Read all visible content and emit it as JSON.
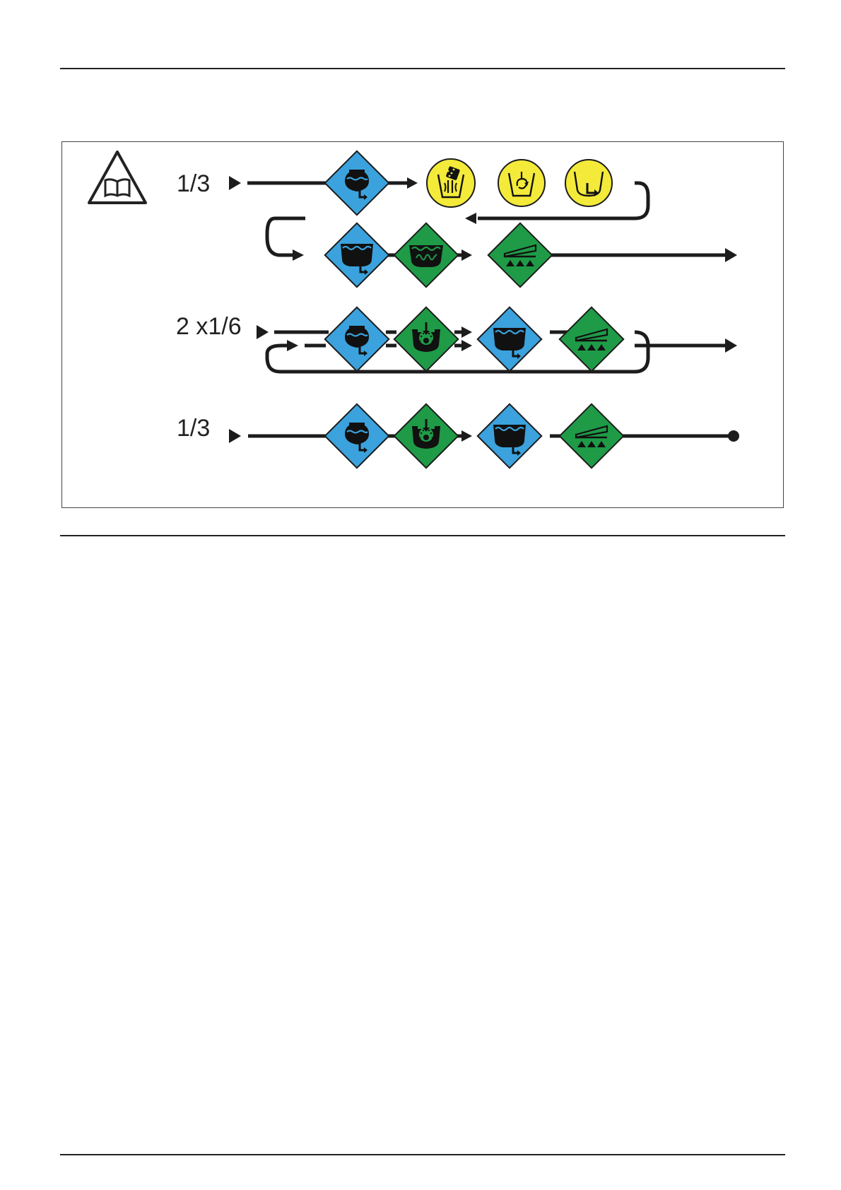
{
  "diagram": {
    "rows": [
      {
        "id": "row1",
        "label": "1/3"
      },
      {
        "id": "row2",
        "label": "2 x1/6"
      },
      {
        "id": "row3",
        "label": "1/3"
      }
    ],
    "colors": {
      "blue": "#3ba2dd",
      "green": "#1f9b47",
      "yellow": "#f4ea3a",
      "line": "#1c1c1c"
    },
    "icons": [
      "warning-read-manual-icon",
      "rinse-tank-icon",
      "main-tank-icon",
      "agitation-icon",
      "cleaning-nozzle-icon",
      "sponge-hand-icon",
      "rinse-swirl-icon",
      "drain-icon",
      "boom-spray-icon"
    ]
  }
}
